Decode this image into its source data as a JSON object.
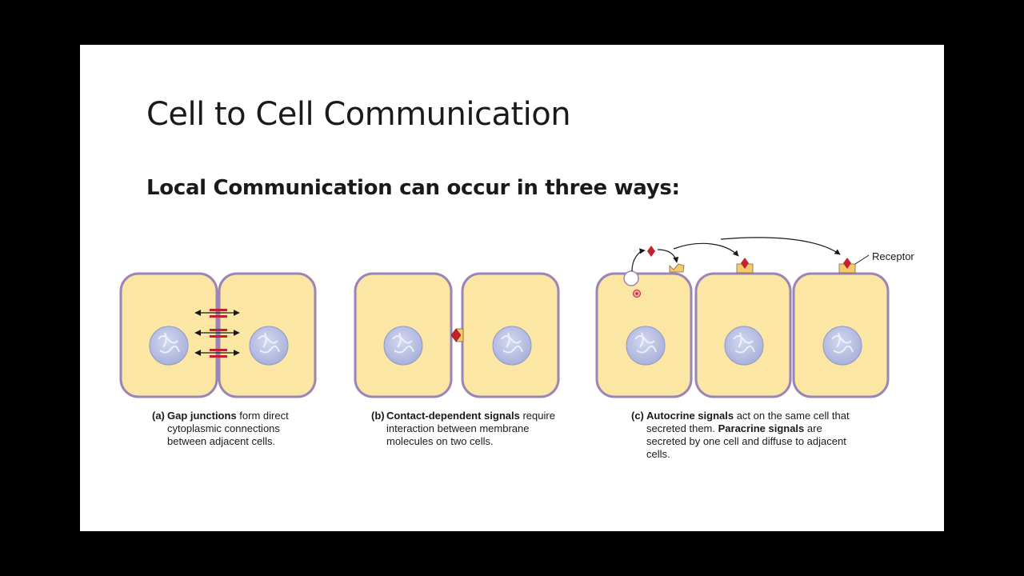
{
  "slide": {
    "title": "Cell to Cell Communication",
    "subtitle": "Local Communication can occur in three ways:"
  },
  "panels": [
    {
      "tag": "(a)",
      "bold": "Gap junctions",
      "rest": " form direct cytoplasmic connections between adjacent cells."
    },
    {
      "tag": "(b)",
      "bold": "Contact-dependent signals",
      "rest": " require interaction between membrane molecules on two cells."
    },
    {
      "tag": "(c)",
      "bold": "Autocrine signals",
      "rest": " act on the same cell that secreted them. ",
      "bold2": "Paracrine signals",
      "rest2": " are secreted by one cell and diffuse to adjacent cells."
    }
  ],
  "labels": {
    "receptor": "Receptor"
  },
  "colors": {
    "cytoplasm": "#fbe6a4",
    "membrane": "#9b85b8",
    "nucleus": "#b6bde2",
    "signal": "#c4212f",
    "receptor": "#f6c96a"
  }
}
